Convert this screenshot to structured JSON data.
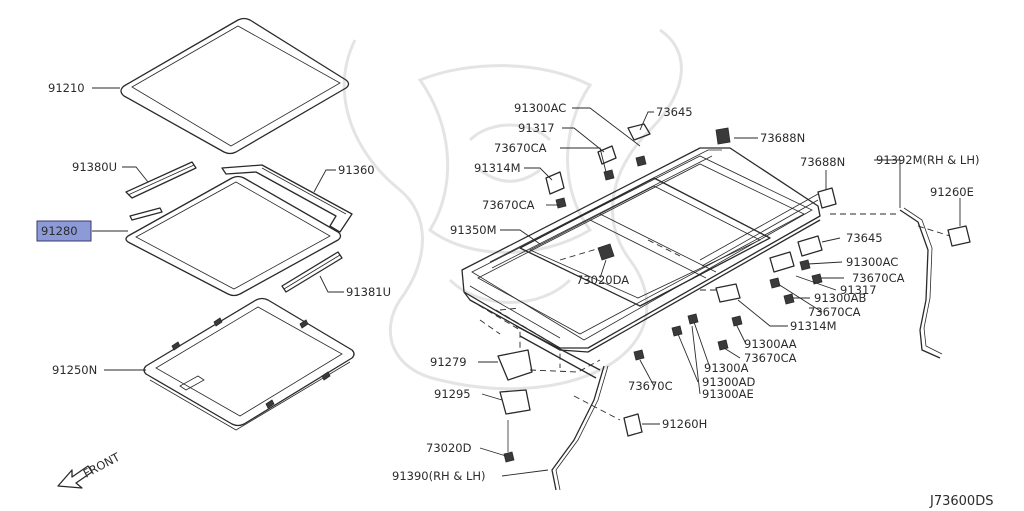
{
  "diagram": {
    "code": "J73600DS",
    "front_label": "FRONT",
    "highlighted_part": "91280",
    "labels": {
      "p91210": "91210",
      "p91380u": "91380U",
      "p91360": "91360",
      "p91280": "91280",
      "p91381u": "91381U",
      "p91250n": "91250N",
      "p91300ac_a": "91300AC",
      "p73645_a": "73645",
      "p73688n_a": "73688N",
      "p91317_a": "91317",
      "p73670ca_a": "73670CA",
      "p73688n_b": "73688N",
      "p91392m": "91392M(RH & LH)",
      "p91314m_a": "91314M",
      "p73670ca_b": "73670CA",
      "p91260e": "91260E",
      "p91350m": "91350M",
      "p73645_b": "73645",
      "p91300ac_b": "91300AC",
      "p73670ca_c": "73670CA",
      "p73020da": "73020DA",
      "p91317_b": "91317",
      "p91300ab": "91300AB",
      "p73670ca_d": "73670CA",
      "p91314m_b": "91314M",
      "p91300aa": "91300AA",
      "p73670ca_e": "73670CA",
      "p91279": "91279",
      "p91300a": "91300A",
      "p73670c": "73670C",
      "p91300ad": "91300AD",
      "p91300ae": "91300AE",
      "p91295": "91295",
      "p91260h": "91260H",
      "p73020d": "73020D",
      "p91390": "91390(RH & LH)"
    }
  }
}
